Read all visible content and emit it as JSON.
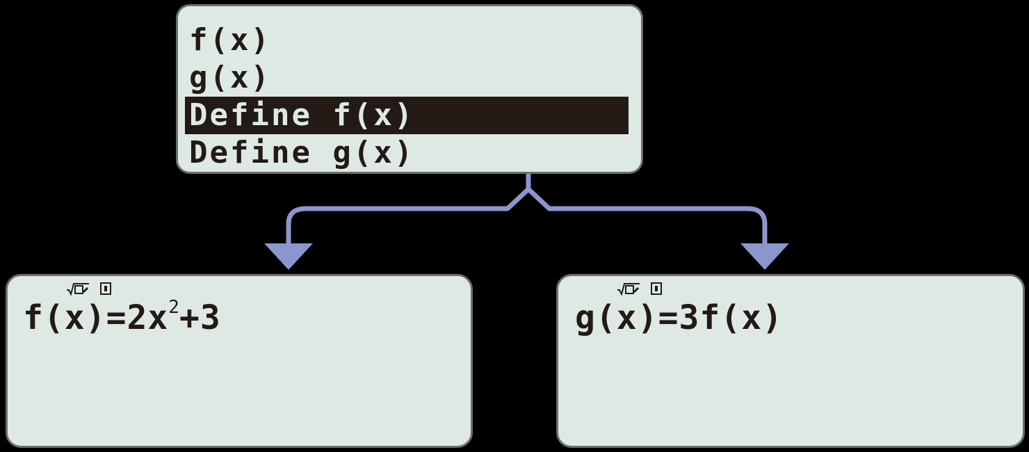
{
  "menu": {
    "items": [
      {
        "label": "f(x)",
        "selected": false
      },
      {
        "label": "g(x)",
        "selected": false
      },
      {
        "label": "Define f(x)",
        "selected": true
      },
      {
        "label": "Define g(x)",
        "selected": false
      }
    ]
  },
  "results": {
    "left": {
      "status_icons": [
        "sqrt-template-icon",
        "display-format-icon"
      ],
      "formula_prefix": "f(x)=2x",
      "formula_exponent": "2",
      "formula_suffix": "+3",
      "formula_full": "f(x)=2x^2+3"
    },
    "right": {
      "status_icons": [
        "sqrt-template-icon",
        "display-format-icon"
      ],
      "formula_full": "g(x)=3f(x)"
    }
  },
  "connector": {
    "color": "#8b95ce",
    "arrow_count": 2,
    "source": "Define f(x)"
  },
  "colors": {
    "screen_fill": "#dfe9e4",
    "screen_border": "#6e6e6e",
    "text": "#231a16",
    "highlight_bg": "#231a16",
    "highlight_text": "#dfe9e4",
    "background": "#000000",
    "connector": "#8b95ce"
  }
}
